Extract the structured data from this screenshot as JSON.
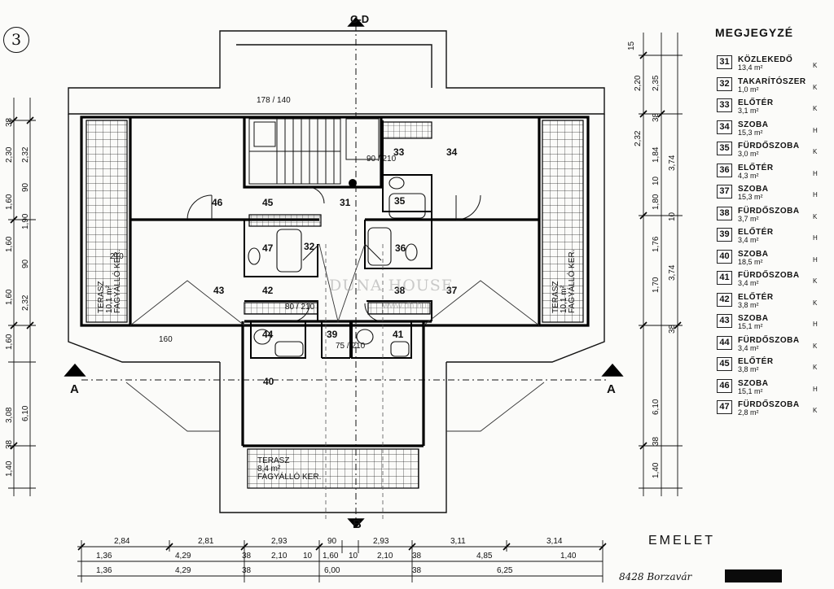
{
  "sheet_number": "3",
  "level_label": "EMELET",
  "address_note": "8428 Borzavár",
  "watermark": {
    "brand": "DUNA HOUSE",
    "url": "www.dh.hu"
  },
  "section_marks": {
    "top": "C-D",
    "bottom": "B",
    "left": "A",
    "right": "A"
  },
  "legend": {
    "title": "MEGJEGYZÉ",
    "rows": [
      {
        "num": "31",
        "name": "KÖZLEKEDŐ",
        "area": "13,4 m²",
        "mark": "K"
      },
      {
        "num": "32",
        "name": "TAKARÍTÓSZER",
        "area": "1,0 m²",
        "mark": "K"
      },
      {
        "num": "33",
        "name": "ELŐTÉR",
        "area": "3,1 m²",
        "mark": "K"
      },
      {
        "num": "34",
        "name": "SZOBA",
        "area": "15,3 m²",
        "mark": "H"
      },
      {
        "num": "35",
        "name": "FÜRDŐSZOBA",
        "area": "3,0 m²",
        "mark": "K"
      },
      {
        "num": "36",
        "name": "ELŐTÉR",
        "area": "4,3 m²",
        "mark": "H"
      },
      {
        "num": "37",
        "name": "SZOBA",
        "area": "15,3 m²",
        "mark": "H"
      },
      {
        "num": "38",
        "name": "FÜRDŐSZOBA",
        "area": "3,7 m²",
        "mark": "K"
      },
      {
        "num": "39",
        "name": "ELŐTÉR",
        "area": "3,4 m²",
        "mark": "H"
      },
      {
        "num": "40",
        "name": "SZOBA",
        "area": "18,5 m²",
        "mark": "H"
      },
      {
        "num": "41",
        "name": "FÜRDŐSZOBA",
        "area": "3,4 m²",
        "mark": "K"
      },
      {
        "num": "42",
        "name": "ELŐTÉR",
        "area": "3,8 m²",
        "mark": "K"
      },
      {
        "num": "43",
        "name": "SZOBA",
        "area": "15,1 m²",
        "mark": "H"
      },
      {
        "num": "44",
        "name": "FÜRDŐSZOBA",
        "area": "3,4 m²",
        "mark": "K"
      },
      {
        "num": "45",
        "name": "ELŐTÉR",
        "area": "3,8 m²",
        "mark": "K"
      },
      {
        "num": "46",
        "name": "SZOBA",
        "area": "15,1 m²",
        "mark": "H"
      },
      {
        "num": "47",
        "name": "FÜRDŐSZOBA",
        "area": "2,8 m²",
        "mark": "K"
      }
    ]
  },
  "terrace_notes": {
    "bottom": [
      "TERASZ",
      "8,4 m²",
      "FAGYÁLLÓ KER."
    ],
    "left": [
      "TERASZ",
      "10,1 m²",
      "FAGYÁLLÓ KER."
    ],
    "right": [
      "TERASZ",
      "10,1 m²",
      "FAGYÁLLÓ KER."
    ]
  },
  "plan_texts": {
    "r46": "46",
    "r45": "45",
    "r31": "31",
    "r33": "33",
    "r34": "34",
    "r35": "35",
    "r47": "47",
    "r32": "32",
    "r36": "36",
    "r43": "43",
    "r42": "42",
    "r38": "38",
    "r37": "37",
    "r44": "44",
    "r39": "39",
    "r41": "41",
    "r40": "40",
    "door_90_210": "90 / 210",
    "door_75_210": "75 / 210",
    "door_80_210": "80 / 210",
    "win_160": "160",
    "win_178_140": "178 / 140",
    "win_210": "210"
  },
  "dims_bottom_row1": [
    "2,84",
    "2,81",
    "2,93",
    "90",
    "2,93",
    "3,11",
    "3,14"
  ],
  "dims_bottom_row2": [
    "1,36",
    "4,29",
    "38",
    "2,10",
    "10",
    "1,60",
    "10",
    "2,10",
    "38",
    "4,85",
    "1,40"
  ],
  "dims_bottom_row3": [
    "1,36",
    "4,29",
    "38",
    "6,00",
    "38",
    "6,25"
  ],
  "dims_left_row1": [
    "38",
    "2,30",
    "2,32",
    "90",
    "1,60",
    "1,90",
    "1,60",
    "90",
    "1,60",
    "2,32",
    "1,60",
    "3,08",
    "6,10",
    "38",
    "1,40"
  ],
  "dims_right_row1": [
    "15",
    "2,20",
    "2,35",
    "38",
    "2,32",
    "1,84",
    "3,74",
    "10",
    "1,80",
    "10",
    "1,76",
    "1,70",
    "3,74",
    "38",
    "6,10",
    "38",
    "1,40"
  ]
}
